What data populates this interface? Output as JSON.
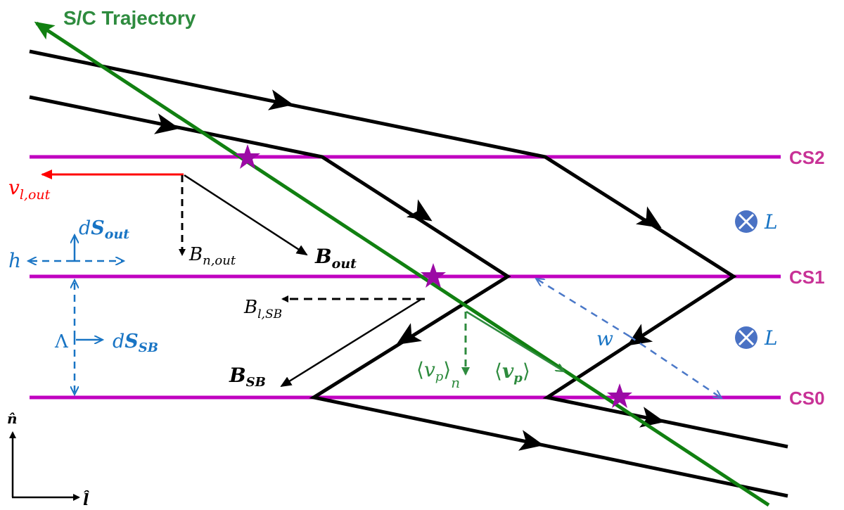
{
  "title": "S/C Trajectory",
  "colors": {
    "trajectory": "#118011",
    "trajectory_label": "#2e8b3e",
    "current_sheet": "#c000c0",
    "current_sheet_label": "#c83296",
    "star": "#9b0aa5",
    "field_line": "#000000",
    "outflow": "#ff0000",
    "blue_annotation": "#1874c4",
    "width_arrow": "#4a78c8",
    "current_marker": "#4a72c4",
    "velocity": "#2e8b3e"
  },
  "current_sheets": [
    {
      "label": "CS2"
    },
    {
      "label": "CS1"
    },
    {
      "label": "CS0"
    }
  ],
  "labels": {
    "v_l_out": {
      "base": "v",
      "sub": "l,out"
    },
    "dS_out": {
      "base": "d",
      "bold": "S",
      "sub": "out"
    },
    "h": "h",
    "B_n_out": {
      "base": "B",
      "sub": "n,out"
    },
    "B_out": {
      "base": "B",
      "sub": "out"
    },
    "B_l_SB": {
      "base": "B",
      "sub": "l,SB"
    },
    "Lambda": "Λ",
    "dS_SB": {
      "base": "d",
      "bold": "S",
      "sub": "SB"
    },
    "B_SB": {
      "base": "B",
      "sub": "SB"
    },
    "vp_n": {
      "open": "⟨",
      "base": "v",
      "sub": "p",
      "close": "⟩",
      "outer_sub": "n"
    },
    "vp": {
      "open": "⟨",
      "base": "v",
      "sub": "p",
      "close": "⟩"
    },
    "w": "w",
    "L_upper": "L",
    "L_lower": "L"
  },
  "axes": {
    "n_hat": "n̂",
    "l_hat": "l̂"
  }
}
